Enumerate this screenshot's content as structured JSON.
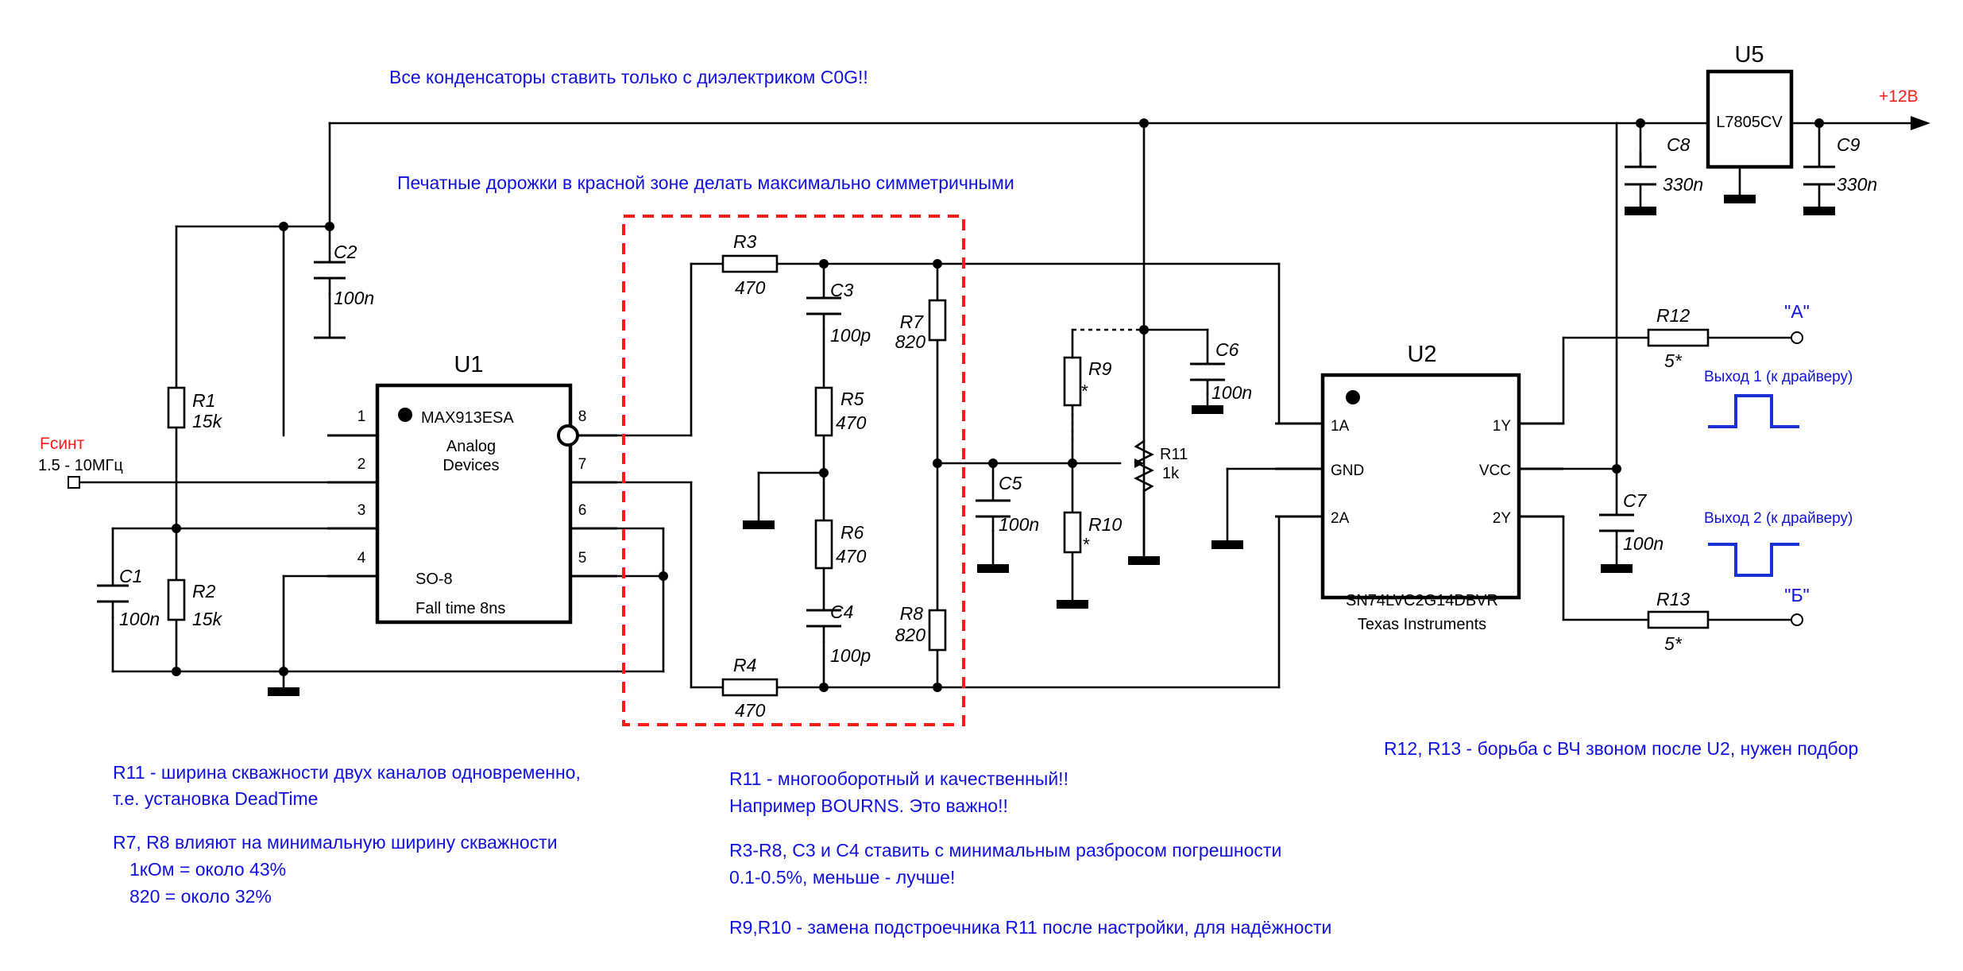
{
  "notes": {
    "capacitors": "Все конденсаторы ставить только с диэлектриком C0G!!",
    "traces": "Печатные дорожки в красной зоне делать максимально симметричными",
    "r11_width_l1": "R11 - ширина скважности двух каналов одновременно,",
    "r11_width_l2": "т.е. установка DeadTime",
    "r7r8_l1": "R7, R8 влияют на минимальную ширину скважности",
    "r7r8_l2": "1кОм = около 43%",
    "r7r8_l3": "820 = около 32%",
    "r11_quality_l1": "R11 - многооборотный и качественный!!",
    "r11_quality_l2": "Например BOURNS. Это важно!!",
    "tolerance_l1": "R3-R8, C3 и C4 ставить с минимальным разбросом погрешности",
    "tolerance_l2": "0.1-0.5%, меньше - лучше!",
    "r9r10": "R9,R10 - замена подстроечника R11 после настройки, для надёжности",
    "r12r13": "R12, R13 - борьба с ВЧ звоном после U2, нужен подбор"
  },
  "input": {
    "name": "Fсинт",
    "range": "1.5 - 10МГц"
  },
  "power": {
    "label": "+12В"
  },
  "u1": {
    "ref": "U1",
    "part": "MAX913ESA",
    "maker_l1": "Analog",
    "maker_l2": "Devices",
    "package": "SO-8",
    "fall_time": "Fall time 8ns",
    "pins": [
      "1",
      "2",
      "3",
      "4",
      "5",
      "6",
      "7",
      "8"
    ]
  },
  "u2": {
    "ref": "U2",
    "part": "SN74LVC2G14DBVR",
    "maker": "Texas Instruments",
    "pins": {
      "p1a": "1A",
      "gnd": "GND",
      "p2a": "2A",
      "p1y": "1Y",
      "vcc": "VCC",
      "p2y": "2Y"
    }
  },
  "u5": {
    "ref": "U5",
    "part": "L7805CV"
  },
  "components": {
    "r1": {
      "ref": "R1",
      "value": "15k"
    },
    "r2": {
      "ref": "R2",
      "value": "15k"
    },
    "c1": {
      "ref": "C1",
      "value": "100n"
    },
    "c2": {
      "ref": "C2",
      "value": "100n"
    },
    "r3": {
      "ref": "R3",
      "value": "470"
    },
    "r4": {
      "ref": "R4",
      "value": "470"
    },
    "c3": {
      "ref": "C3",
      "value": "100p"
    },
    "c4": {
      "ref": "C4",
      "value": "100p"
    },
    "r5": {
      "ref": "R5",
      "value": "470"
    },
    "r6": {
      "ref": "R6",
      "value": "470"
    },
    "r7": {
      "ref": "R7",
      "value": "820"
    },
    "r8": {
      "ref": "R8",
      "value": "820"
    },
    "c5": {
      "ref": "C5",
      "value": "100n"
    },
    "c6": {
      "ref": "C6",
      "value": "100n"
    },
    "r9": {
      "ref": "R9",
      "value": "*"
    },
    "r10": {
      "ref": "R10",
      "value": "*"
    },
    "r11": {
      "ref": "R11",
      "value": "1k"
    },
    "c7": {
      "ref": "C7",
      "value": "100n"
    },
    "c8": {
      "ref": "C8",
      "value": "330n"
    },
    "c9": {
      "ref": "C9",
      "value": "330n"
    },
    "r12": {
      "ref": "R12",
      "value": "5*"
    },
    "r13": {
      "ref": "R13",
      "value": "5*"
    }
  },
  "outputs": {
    "a": {
      "name": "\"А\"",
      "desc": "Выход 1 (к драйверу)"
    },
    "b": {
      "name": "\"Б\"",
      "desc": "Выход 2 (к драйверу)"
    }
  },
  "colors": {
    "notes": "#1010e0",
    "red_zone": "#ff1a1a",
    "pulse": "#1a2fd6"
  }
}
